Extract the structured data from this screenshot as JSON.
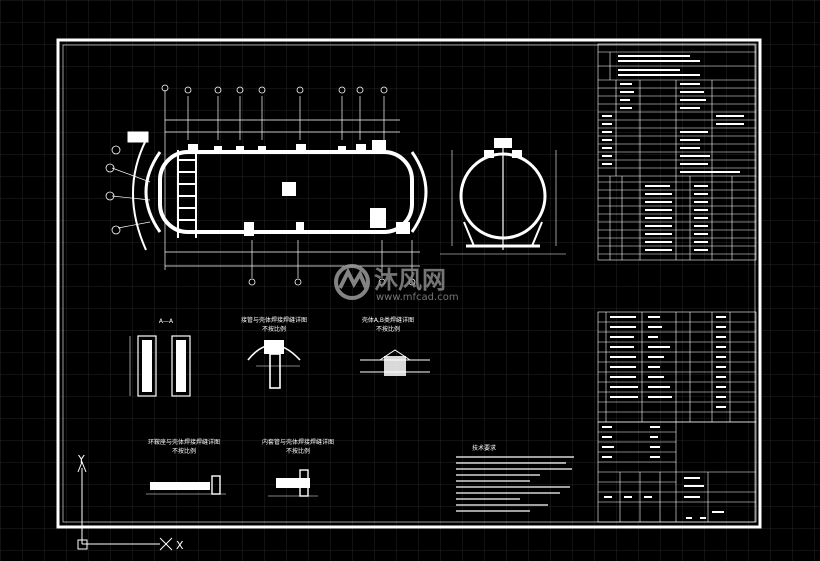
{
  "watermark": {
    "brand_cn": "沐风网",
    "site": "www.mfcad.com"
  },
  "section_labels": {
    "detail_a": "A—A",
    "detail_b": "接管与壳体焊接焊缝详图",
    "detail_b_scale": "不按比例",
    "detail_c": "壳体A,B类焊缝详图",
    "detail_c_scale": "不按比例",
    "detail_d": "环鞍座与壳体焊接焊缝详图",
    "detail_d_scale": "不按比例",
    "detail_e": "内套管与壳体焊接焊缝详图",
    "detail_e_scale": "不按比例"
  },
  "notes_title": "技术要求",
  "ucs": {
    "y": "Y",
    "x": "X"
  },
  "colors": {
    "background": "#000000",
    "grid": "#2a2a2a",
    "lines": "#ffffff",
    "watermark": "#8a8a8a"
  }
}
